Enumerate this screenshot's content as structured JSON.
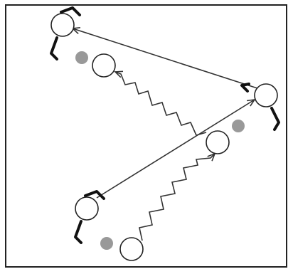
{
  "diagram": {
    "kind": "sports-drill-diagram",
    "text": "",
    "colors": {
      "line": "#333333",
      "frame": "#222222",
      "cone": "#999999",
      "player_fill": "#ffffff",
      "background": "#ffffff"
    },
    "players": [
      {
        "id": "p1",
        "role": "player-with-stick",
        "stick": "left"
      },
      {
        "id": "p2",
        "role": "player"
      },
      {
        "id": "p3",
        "role": "player-with-stick",
        "stick": "right"
      },
      {
        "id": "p4",
        "role": "player"
      },
      {
        "id": "p5",
        "role": "player-with-stick",
        "stick": "left"
      },
      {
        "id": "p6",
        "role": "player"
      }
    ],
    "cones": [
      {
        "id": "c1"
      },
      {
        "id": "c2"
      },
      {
        "id": "c3"
      }
    ],
    "moves": [
      {
        "id": "pass-1",
        "type": "pass",
        "from": "p3",
        "to": "p1",
        "arrow": true
      },
      {
        "id": "pass-2",
        "type": "pass",
        "from": "p5",
        "to": "p3",
        "arrow": true
      },
      {
        "id": "skate-1",
        "type": "skate-zigzag",
        "from": "p4",
        "to": "p2",
        "arrow": true
      },
      {
        "id": "skate-2",
        "type": "skate-zigzag",
        "from": "p6",
        "to": "p4",
        "arrow": true
      }
    ]
  }
}
